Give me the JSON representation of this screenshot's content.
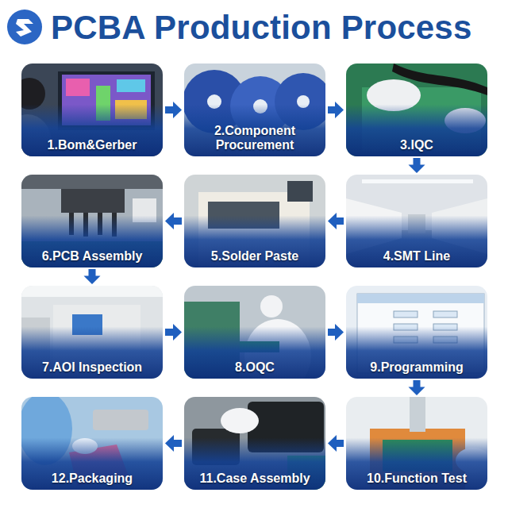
{
  "diagram": {
    "title": "PCBA Production Process",
    "nodes": [
      {
        "text": [
          "1.Bom&Gerber"
        ]
      },
      {
        "text": [
          "2.Component Procurement"
        ]
      },
      {
        "text": [
          "3.IQC"
        ]
      },
      {
        "text": [
          "4.SMT Line"
        ]
      },
      {
        "text": [
          "5.Solder Paste"
        ]
      },
      {
        "text": [
          "6.PCB Assembly"
        ]
      },
      {
        "text": [
          "7.AOI Inspection"
        ]
      },
      {
        "text": [
          "8.OQC"
        ]
      },
      {
        "text": [
          "9.Programming"
        ]
      },
      {
        "text": [
          "10.Function Test"
        ]
      },
      {
        "text": [
          "11.Case Assembly"
        ]
      },
      {
        "text": [
          "12.Packaging"
        ]
      }
    ],
    "edges": [
      {
        "from": 0,
        "to": 1,
        "arrow": "to"
      },
      {
        "from": 1,
        "to": 2,
        "arrow": "to"
      },
      {
        "from": 2,
        "to": 3,
        "arrow": "to"
      },
      {
        "from": 3,
        "to": 4,
        "arrow": "to"
      },
      {
        "from": 4,
        "to": 5,
        "arrow": "to"
      },
      {
        "from": 5,
        "to": 6,
        "arrow": "to"
      },
      {
        "from": 6,
        "to": 7,
        "arrow": "to"
      },
      {
        "from": 7,
        "to": 8,
        "arrow": "to"
      },
      {
        "from": 8,
        "to": 9,
        "arrow": "to"
      },
      {
        "from": 9,
        "to": 10,
        "arrow": "to"
      },
      {
        "from": 10,
        "to": 11,
        "arrow": "to"
      }
    ]
  }
}
